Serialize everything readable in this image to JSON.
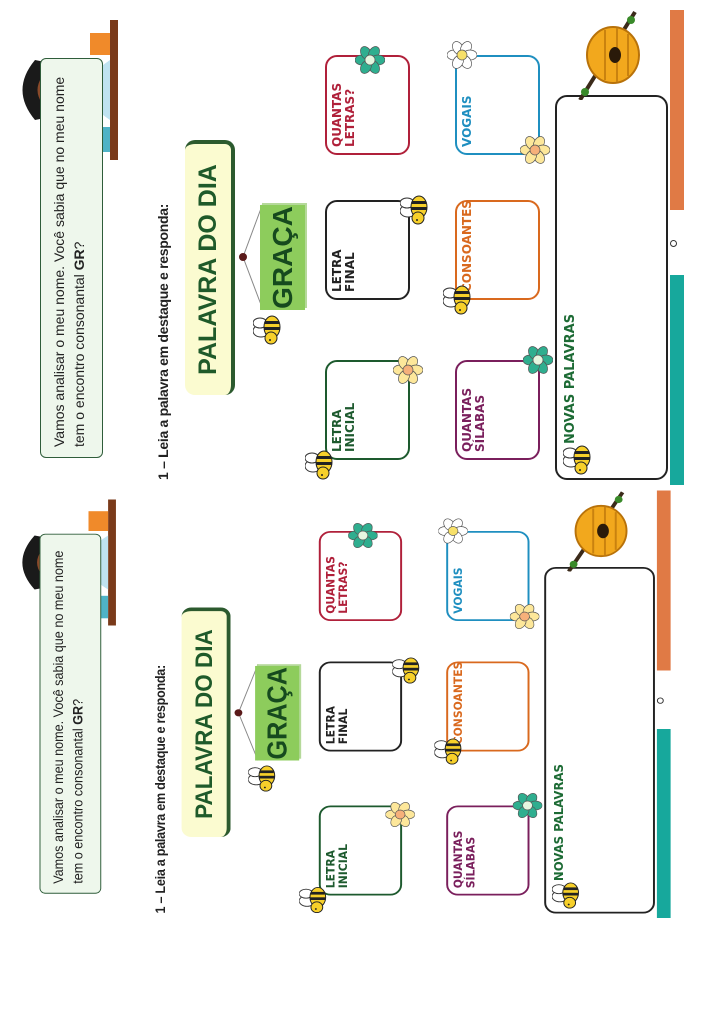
{
  "worksheets": [
    {
      "speech": {
        "text": "Vamos analisar o meu nome. Você sabia que no meu nome tem o encontro consonantal ",
        "highlight": "GR",
        "end": "?"
      },
      "instruction": "1 – Leia a palavra em destaque e responda:",
      "title": "PALAVRA DO DIA",
      "word": "GRAÇA",
      "boxes": {
        "letra_inicial": "LETRA INICIAL",
        "letra_final": "LETRA FINAL",
        "quantas_letras": "QUANTAS LETRAS?",
        "quantas_silabas": "QUANTAS SÍLABAS",
        "consoantes": "CONSOANTES",
        "vogais": "VOGAIS",
        "novas_palavras": "NOVAS PALAVRAS"
      }
    },
    {
      "speech": {
        "text": "Vamos analisar o meu nome. Você sabia que no meu nome tem o encontro consonantal ",
        "highlight": "GR",
        "end": "?"
      },
      "instruction": "1 – Leia a palavra em destaque e responda:",
      "title": "PALAVRA DO DIA",
      "word": "GRAÇA",
      "boxes": {
        "letra_inicial": "LETRA INICIAL",
        "letra_final": "LETRA FINAL",
        "quantas_letras": "QUANTAS LETRAS?",
        "quantas_silabas": "QUANTAS SÍLABAS",
        "consoantes": "CONSOANTES",
        "vogais": "VOGAIS",
        "novas_palavras": "NOVAS PALAVRAS"
      }
    }
  ],
  "colors": {
    "green": "#1d5a2e",
    "red": "#b0203a",
    "purple": "#7a1f5c",
    "orange": "#d9691e",
    "blue": "#1f8fc0",
    "teal": "#17a89c",
    "bar_orange": "#e07a45"
  }
}
